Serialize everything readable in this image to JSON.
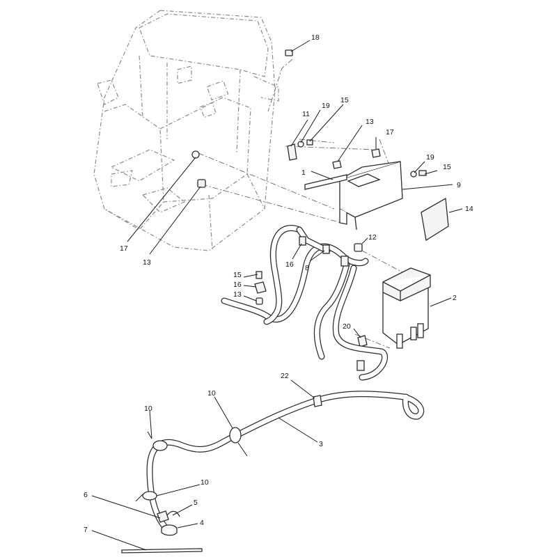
{
  "diagram": {
    "callouts": [
      {
        "id": "c18",
        "text": "18"
      },
      {
        "id": "c11",
        "text": "11"
      },
      {
        "id": "c19a",
        "text": "19"
      },
      {
        "id": "c15a",
        "text": "15"
      },
      {
        "id": "c13a",
        "text": "13"
      },
      {
        "id": "c17a",
        "text": "17"
      },
      {
        "id": "c19b",
        "text": "19"
      },
      {
        "id": "c15b",
        "text": "15"
      },
      {
        "id": "c1",
        "text": "1"
      },
      {
        "id": "c9",
        "text": "9"
      },
      {
        "id": "c14",
        "text": "14"
      },
      {
        "id": "c12",
        "text": "12"
      },
      {
        "id": "c17b",
        "text": "17"
      },
      {
        "id": "c13b",
        "text": "13"
      },
      {
        "id": "c16a",
        "text": "16"
      },
      {
        "id": "c8",
        "text": "8"
      },
      {
        "id": "c15c",
        "text": "15"
      },
      {
        "id": "c16b",
        "text": "16"
      },
      {
        "id": "c13c",
        "text": "13"
      },
      {
        "id": "c2",
        "text": "2"
      },
      {
        "id": "c20",
        "text": "20"
      },
      {
        "id": "c22",
        "text": "22"
      },
      {
        "id": "c10a",
        "text": "10"
      },
      {
        "id": "c10b",
        "text": "10"
      },
      {
        "id": "c3",
        "text": "3"
      },
      {
        "id": "c10c",
        "text": "10"
      },
      {
        "id": "c6",
        "text": "6"
      },
      {
        "id": "c5",
        "text": "5"
      },
      {
        "id": "c4",
        "text": "4"
      },
      {
        "id": "c7",
        "text": "7"
      }
    ]
  }
}
